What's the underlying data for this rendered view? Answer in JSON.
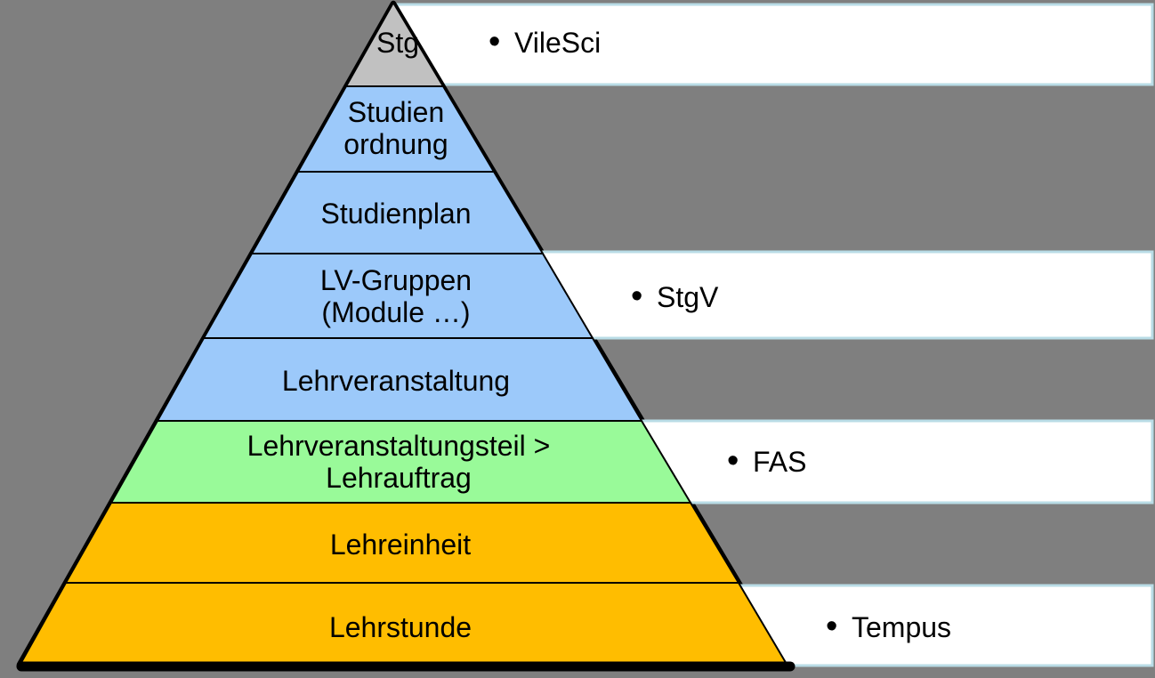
{
  "colors": {
    "background": "#7F7F7F",
    "band_fill": "#FFFFFF",
    "band_border": "#B9DCE6",
    "outline": "#000000",
    "layer_gray": "#C1C1C1",
    "layer_blue": "#9CC9FA",
    "layer_green": "#99FA99",
    "layer_orange": "#FFBD00"
  },
  "pyramid": {
    "layers": [
      {
        "name": "stg",
        "line1": "Stg"
      },
      {
        "name": "studienordnung",
        "line1": "Studien",
        "line2": "ordnung"
      },
      {
        "name": "studienplan",
        "line1": "Studienplan"
      },
      {
        "name": "lv-gruppen",
        "line1": "LV-Gruppen",
        "line2": "(Module …)"
      },
      {
        "name": "lehrveranstaltung",
        "line1": "Lehrveranstaltung"
      },
      {
        "name": "lehrveranstaltungsteil",
        "line1": "Lehrveranstaltungsteil >",
        "line2": "Lehrauftrag"
      },
      {
        "name": "lehreinheit",
        "line1": "Lehreinheit"
      },
      {
        "name": "lehrstunde",
        "line1": "Lehrstunde"
      }
    ]
  },
  "bands": [
    {
      "bullet": "•",
      "label": "VileSci"
    },
    {
      "bullet": "•",
      "label": "StgV"
    },
    {
      "bullet": "•",
      "label": "FAS"
    },
    {
      "bullet": "•",
      "label": "Tempus"
    }
  ]
}
